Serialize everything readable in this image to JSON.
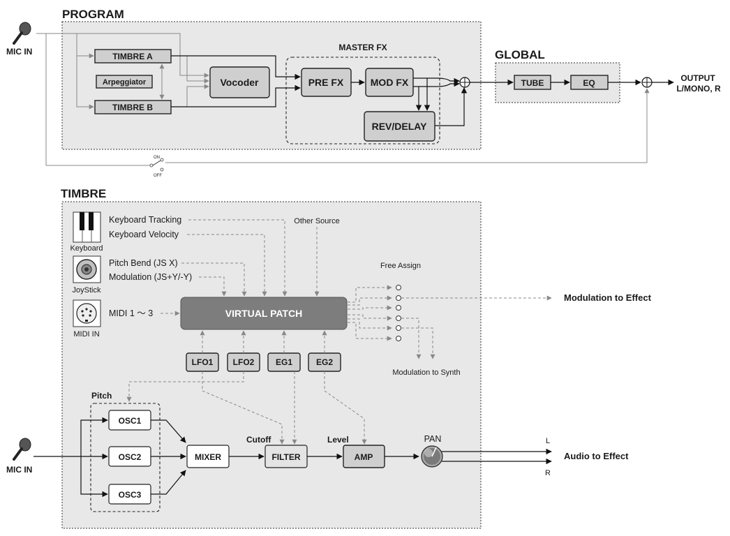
{
  "program": {
    "title": "PROGRAM",
    "timbre_a": "TIMBRE A",
    "timbre_b": "TIMBRE B",
    "arpeggiator": "Arpeggiator",
    "vocoder": "Vocoder",
    "master_fx": {
      "title": "MASTER FX",
      "pre_fx": "PRE FX",
      "mod_fx": "MOD FX",
      "rev_delay": "REV/DELAY"
    }
  },
  "global": {
    "title": "GLOBAL",
    "tube": "TUBE",
    "eq": "EQ"
  },
  "output": {
    "line1": "OUTPUT",
    "line2": "L/MONO, R"
  },
  "mic_in_label": "MIC IN",
  "switch": {
    "on": "ON",
    "off": "OFF"
  },
  "timbre": {
    "title": "TIMBRE",
    "sources": {
      "keyboard_caption": "Keyboard",
      "keyboard_tracking": "Keyboard Tracking",
      "keyboard_velocity": "Keyboard Velocity",
      "joystick_caption": "JoyStick",
      "pitch_bend": "Pitch Bend (JS X)",
      "modulation": "Modulation (JS+Y/-Y)",
      "midi_caption": "MIDI IN",
      "midi": "MIDI 1 ～ 3",
      "other_source": "Other Source"
    },
    "virtual_patch": "VIRTUAL PATCH",
    "free_assign": "Free Assign",
    "modulation_to_effect": "Modulation to Effect",
    "modulation_to_synth": "Modulation to Synth",
    "modulators": {
      "lfo1": "LFO1",
      "lfo2": "LFO2",
      "eg1": "EG1",
      "eg2": "EG2"
    },
    "pitch": "Pitch",
    "osc1": "OSC1",
    "osc2": "OSC2",
    "osc3": "OSC3",
    "mixer": "MIXER",
    "cutoff": "Cutoff",
    "filter": "FILTER",
    "level": "Level",
    "amp": "AMP",
    "pan": "PAN",
    "left": "L",
    "right": "R",
    "audio_to_effect": "Audio to Effect"
  },
  "icons": {
    "mic": "microphone-icon",
    "keyboard": "keyboard-icon",
    "joystick": "joystick-icon",
    "midi": "midi-connector-icon",
    "pan_knob": "knob-icon",
    "mixer_node": "summing-junction-icon"
  }
}
